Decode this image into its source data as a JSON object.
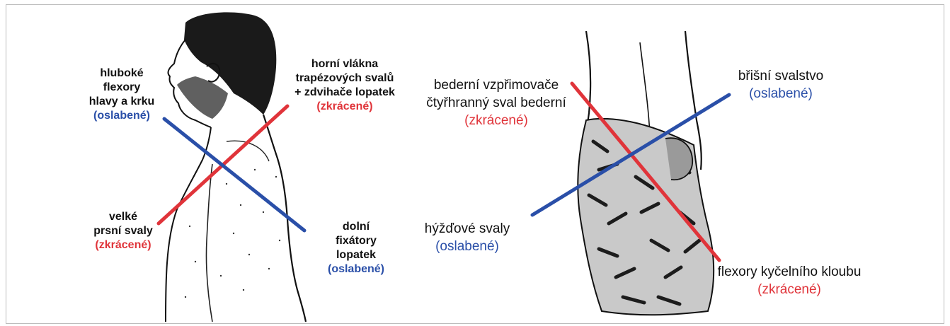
{
  "left_panel": {
    "neck_flexors": {
      "lines": [
        "hluboké",
        "flexory",
        "hlavy a krku"
      ],
      "status": "(oslabené)"
    },
    "upper_trapezius": {
      "lines": [
        "horní vlákna",
        "trapézových svalů",
        "+ zdvihače lopatek"
      ],
      "status": "(zkrácené)"
    },
    "pectorals": {
      "lines": [
        "velké",
        "prsní svaly"
      ],
      "status": "(zkrácené)"
    },
    "lower_fixators": {
      "lines": [
        "dolní",
        "fixátory",
        "lopatek"
      ],
      "status": "(oslabené)"
    }
  },
  "right_panel": {
    "lumbar_extensors": {
      "lines": [
        "bederní vzpřimovače",
        "čtyřhranný sval bederní"
      ],
      "status": "(zkrácené)"
    },
    "abdominals": {
      "lines": [
        "břišní svalstvo"
      ],
      "status": "(oslabené)"
    },
    "gluteals": {
      "lines": [
        "hýžďové svaly"
      ],
      "status": "(oslabené)"
    },
    "hip_flexors": {
      "lines": [
        "flexory kyčelního kloubu"
      ],
      "status": "(zkrácené)"
    }
  },
  "colors": {
    "weakened": "#2a4fa8",
    "shortened": "#e0343a"
  }
}
